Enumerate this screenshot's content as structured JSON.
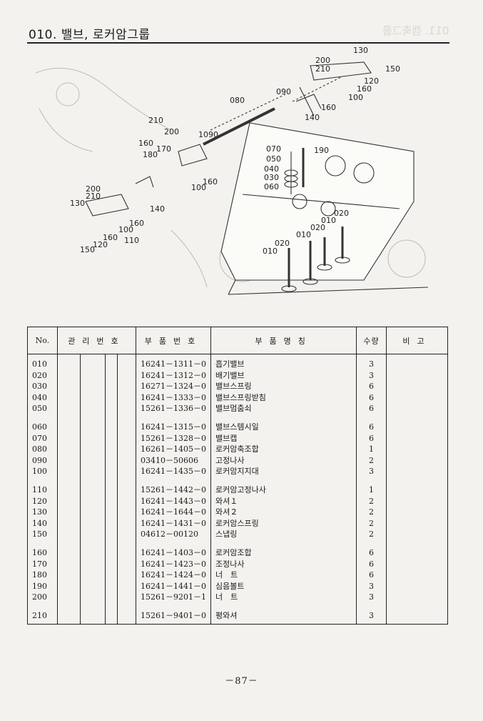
{
  "header": {
    "title": "010. 밸브, 로커암그룹",
    "ghost_title": "011. 캠축그룹"
  },
  "diagram": {
    "callouts": [
      "130",
      "200",
      "210",
      "150",
      "120",
      "160",
      "100",
      "090",
      "080",
      "160",
      "140",
      "210",
      "200",
      "1090",
      "160",
      "170",
      "180",
      "070",
      "050",
      "040",
      "030",
      "060",
      "190",
      "100",
      "160",
      "200",
      "210",
      "130",
      "140",
      "160",
      "100",
      "110",
      "150",
      "120",
      "160",
      "020",
      "010",
      "020",
      "010",
      "020",
      "010",
      "020",
      "010"
    ]
  },
  "table": {
    "headers": {
      "no": "No.",
      "mgmt": "관리번호",
      "part_no": "부품번호",
      "name": "부품명칭",
      "qty": "수량",
      "remark": "비고"
    },
    "groups": [
      {
        "rows": [
          {
            "no": "010",
            "part_no": "16241－1311－0",
            "name": "흡기밸브",
            "qty": "3"
          },
          {
            "no": "020",
            "part_no": "16241－1312－0",
            "name": "배기밸브",
            "qty": "3"
          },
          {
            "no": "030",
            "part_no": "16271－1324－0",
            "name": "밸브스프링",
            "qty": "6"
          },
          {
            "no": "040",
            "part_no": "16241－1333－0",
            "name": "밸브스프링받침",
            "qty": "6"
          },
          {
            "no": "050",
            "part_no": "15261－1336－0",
            "name": "밸브멈춤쇠",
            "qty": "6"
          }
        ]
      },
      {
        "rows": [
          {
            "no": "060",
            "part_no": "16241－1315－0",
            "name": "밸브스템시일",
            "qty": "6"
          },
          {
            "no": "070",
            "part_no": "15261－1328－0",
            "name": "밸브캡",
            "qty": "6"
          },
          {
            "no": "080",
            "part_no": "16261－1405－0",
            "name": "로커암축조합",
            "qty": "1"
          },
          {
            "no": "090",
            "part_no": "03410－50606",
            "name": "고정나사",
            "qty": "2"
          },
          {
            "no": "100",
            "part_no": "16241－1435－0",
            "name": "로커암지지대",
            "qty": "3"
          }
        ]
      },
      {
        "rows": [
          {
            "no": "110",
            "part_no": "15261－1442－0",
            "name": "로커암고정나사",
            "qty": "1"
          },
          {
            "no": "120",
            "part_no": "16241－1443－0",
            "name": "와셔１",
            "qty": "2"
          },
          {
            "no": "130",
            "part_no": "16241－1644－0",
            "name": "와셔２",
            "qty": "2"
          },
          {
            "no": "140",
            "part_no": "16241－1431－0",
            "name": "로커암스프링",
            "qty": "2"
          },
          {
            "no": "150",
            "part_no": "04612－00120",
            "name": "스냅링",
            "qty": "2"
          }
        ]
      },
      {
        "rows": [
          {
            "no": "160",
            "part_no": "16241－1403－0",
            "name": "로커암조합",
            "qty": "6"
          },
          {
            "no": "170",
            "part_no": "16241－1423－0",
            "name": "조정나사",
            "qty": "6"
          },
          {
            "no": "180",
            "part_no": "16241－1424－0",
            "name": "너　트",
            "qty": "6"
          },
          {
            "no": "190",
            "part_no": "16241－1441－0",
            "name": "심음볼트",
            "qty": "3"
          },
          {
            "no": "200",
            "part_no": "15261－9201－1",
            "name": "너　트",
            "qty": "3"
          }
        ]
      },
      {
        "rows": [
          {
            "no": "210",
            "part_no": "15261－9401－0",
            "name": "평와셔",
            "qty": "3"
          }
        ]
      }
    ]
  },
  "footer": {
    "page": "－87－"
  }
}
